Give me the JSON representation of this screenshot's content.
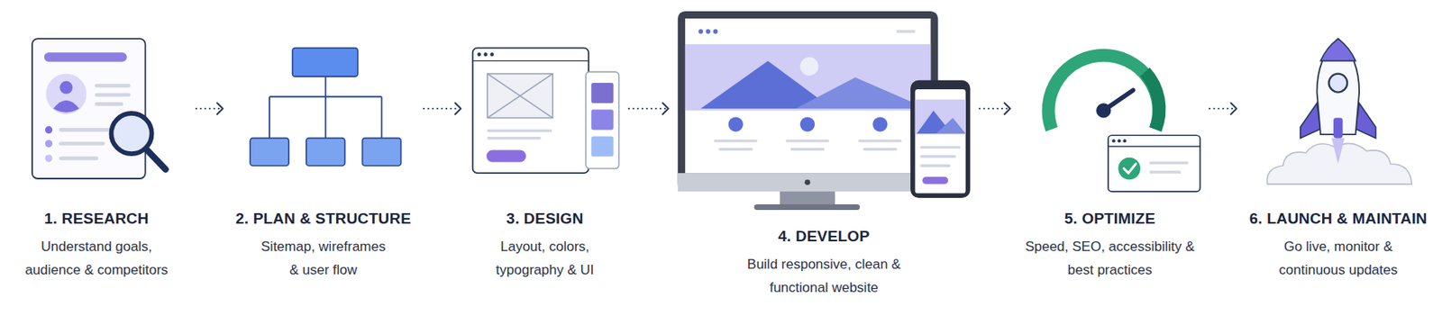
{
  "diagram": {
    "nodes": [
      {
        "text": [
          "1. RESEARCH",
          "Understand goals, audience & competitors"
        ]
      },
      {
        "text": [
          "2. PLAN & STRUCTURE",
          "Sitemap, wireframes & user flow"
        ]
      },
      {
        "text": [
          "3. DESIGN",
          "Layout, colors, typography & UI"
        ]
      },
      {
        "text": [
          "4. DEVELOP",
          "Build responsive, clean & functional website"
        ]
      },
      {
        "text": [
          "5. OPTIMIZE",
          "Speed, SEO, accessibility & best practices"
        ]
      },
      {
        "text": [
          "6. LAUNCH & MAINTAIN",
          "Go live, monitor & continuous updates"
        ]
      }
    ],
    "edges": [
      {
        "from": 0,
        "to": 1,
        "arrow": "to"
      },
      {
        "from": 1,
        "to": 2,
        "arrow": "to"
      },
      {
        "from": 2,
        "to": 3,
        "arrow": "to"
      },
      {
        "from": 3,
        "to": 4,
        "arrow": "to"
      },
      {
        "from": 4,
        "to": 5,
        "arrow": "to"
      }
    ]
  }
}
